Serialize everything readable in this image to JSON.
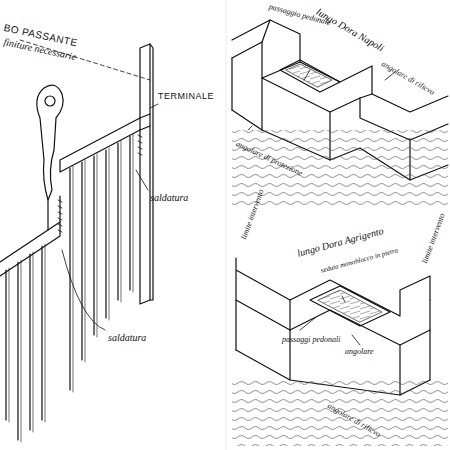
{
  "diagram": {
    "labels": [
      "BO PASSANTE",
      "finiture necessarie",
      "TERMINALE",
      "saldatura",
      "saldatura",
      "lungo Dora Napoli",
      "passaggio pedonale",
      "angolare di protezione",
      "angolare di rilievo",
      "lungo Dora Agrigento",
      "seduta monoblocco in pietra",
      "angolare",
      "passaggi pedonali",
      "limite intervento",
      "limite intervento",
      "angolare di rilievo"
    ]
  }
}
